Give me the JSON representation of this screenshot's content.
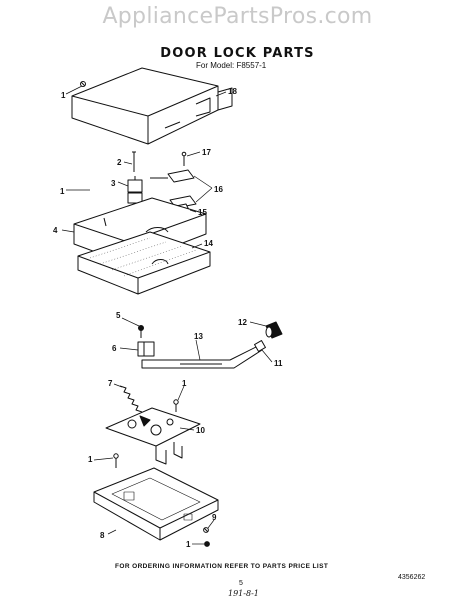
{
  "watermark": "AppliancePartsPros.com",
  "title": "DOOR LOCK PARTS",
  "model": "For Model: F8557-1",
  "callouts": {
    "c1a": "1",
    "c18": "18",
    "c2": "2",
    "c17": "17",
    "c3": "3",
    "c16": "16",
    "c1b": "1",
    "c15": "15",
    "c4": "4",
    "c14": "14",
    "c5": "5",
    "c12": "12",
    "c13": "13",
    "c6": "6",
    "c11": "11",
    "c7": "7",
    "c1c": "1",
    "c10": "10",
    "c1d": "1",
    "c9": "9",
    "c8": "8",
    "c1e": "1"
  },
  "footer": "FOR ORDERING INFORMATION REFER TO PARTS PRICE LIST",
  "page_number": "5",
  "part_code": "4356262",
  "handwritten": "191-8-1"
}
